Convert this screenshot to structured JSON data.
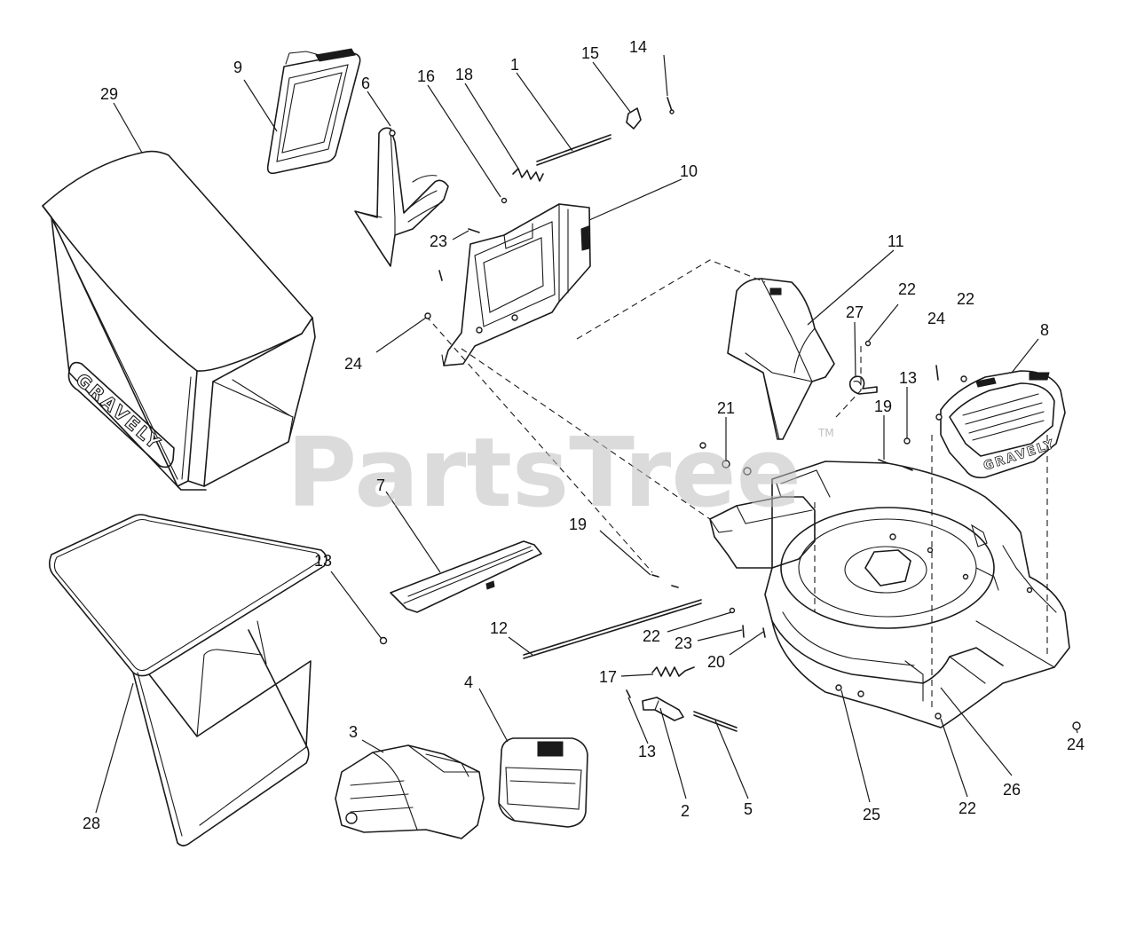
{
  "watermark": {
    "text": "PartsTree",
    "tm": "TM"
  },
  "brand_text": "GRAVELY",
  "callouts": [
    {
      "id": "c-9",
      "label": "9"
    },
    {
      "id": "c-29",
      "label": "29"
    },
    {
      "id": "c-6",
      "label": "6"
    },
    {
      "id": "c-16",
      "label": "16"
    },
    {
      "id": "c-18",
      "label": "18"
    },
    {
      "id": "c-1",
      "label": "1"
    },
    {
      "id": "c-15",
      "label": "15"
    },
    {
      "id": "c-14",
      "label": "14"
    },
    {
      "id": "c-10",
      "label": "10"
    },
    {
      "id": "c-23a",
      "label": "23"
    },
    {
      "id": "c-11",
      "label": "11"
    },
    {
      "id": "c-22a",
      "label": "22"
    },
    {
      "id": "c-22b",
      "label": "22"
    },
    {
      "id": "c-27",
      "label": "27"
    },
    {
      "id": "c-24a",
      "label": "24"
    },
    {
      "id": "c-8",
      "label": "8"
    },
    {
      "id": "c-24b",
      "label": "24"
    },
    {
      "id": "c-13a",
      "label": "13"
    },
    {
      "id": "c-19a",
      "label": "19"
    },
    {
      "id": "c-21",
      "label": "21"
    },
    {
      "id": "c-7",
      "label": "7"
    },
    {
      "id": "c-19b",
      "label": "19"
    },
    {
      "id": "c-13b",
      "label": "13"
    },
    {
      "id": "c-12",
      "label": "12"
    },
    {
      "id": "c-22c",
      "label": "22"
    },
    {
      "id": "c-23b",
      "label": "23"
    },
    {
      "id": "c-20",
      "label": "20"
    },
    {
      "id": "c-4",
      "label": "4"
    },
    {
      "id": "c-17",
      "label": "17"
    },
    {
      "id": "c-3",
      "label": "3"
    },
    {
      "id": "c-13c",
      "label": "13"
    },
    {
      "id": "c-24c",
      "label": "24"
    },
    {
      "id": "c-2",
      "label": "2"
    },
    {
      "id": "c-5",
      "label": "5"
    },
    {
      "id": "c-25",
      "label": "25"
    },
    {
      "id": "c-22d",
      "label": "22"
    },
    {
      "id": "c-26",
      "label": "26"
    },
    {
      "id": "c-28",
      "label": "28"
    }
  ]
}
